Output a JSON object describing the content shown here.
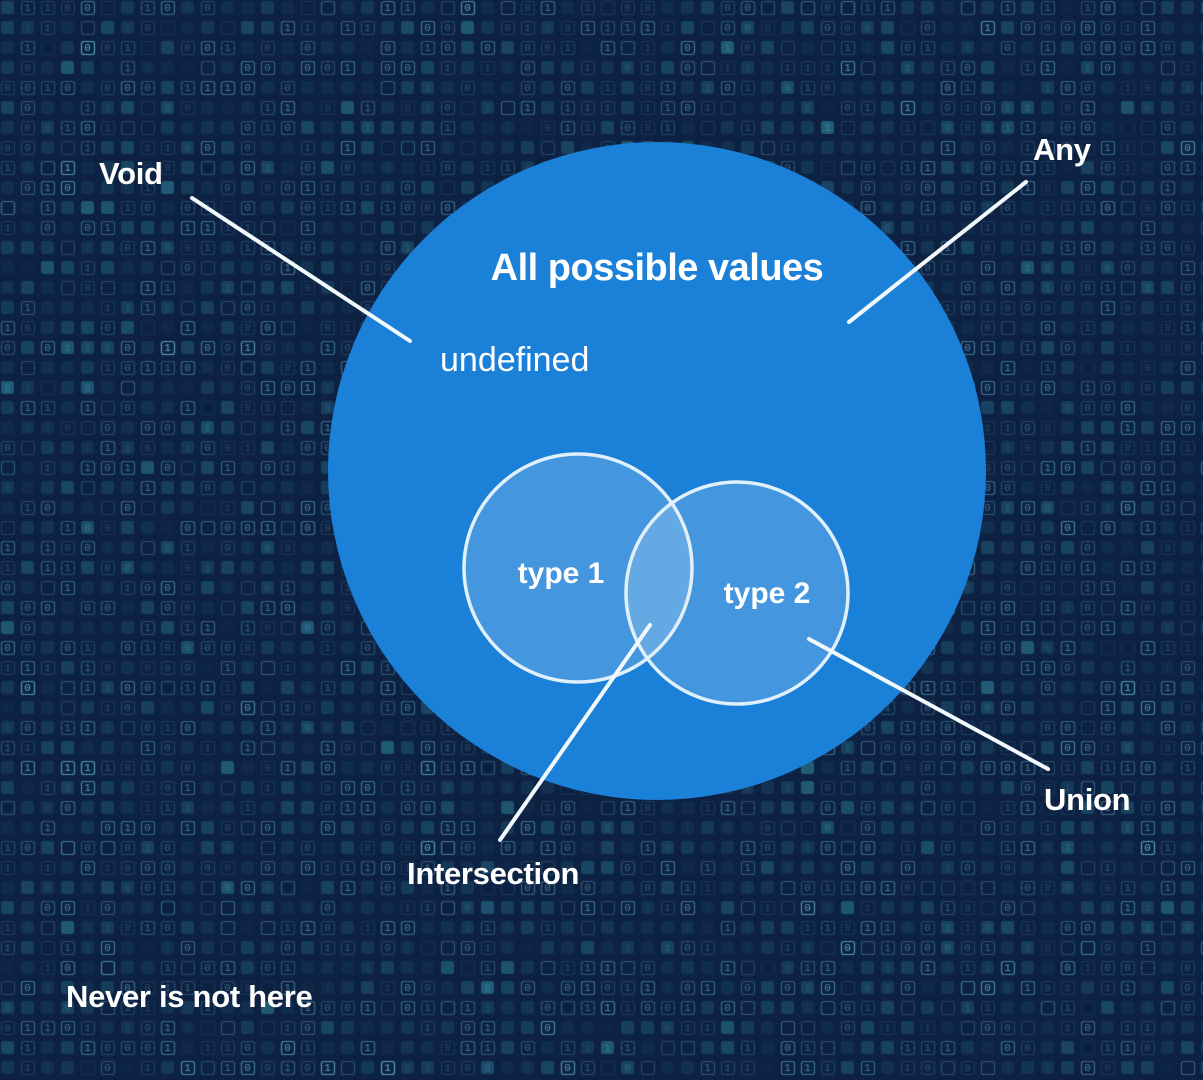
{
  "labels": {
    "title": "All possible values",
    "undefined": "undefined",
    "type1": "type 1",
    "type2": "type 2",
    "void": "Void",
    "any": "Any",
    "union": "Union",
    "intersection": "Intersection",
    "never": "Never is not here"
  },
  "colors": {
    "background": "#0d2142",
    "outer_circle": "#1b80d8",
    "inner_circle_overlay_opacity": "0.18",
    "circle_stroke": "#dff0fb",
    "connector_line": "#f2f9fd",
    "text": "#ffffff",
    "pattern_square": "#23647e",
    "pattern_glyph": "#5dadc9"
  },
  "pattern": {
    "glyphs": [
      "0",
      "1"
    ]
  }
}
